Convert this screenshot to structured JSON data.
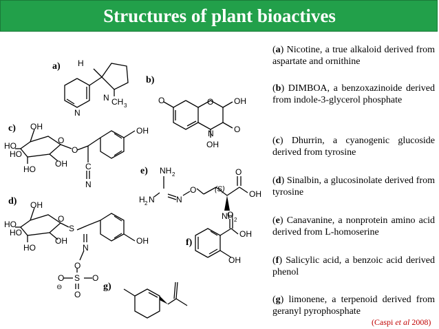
{
  "title": "Structures of plant bioactives",
  "labels": {
    "a": "a)",
    "b": "b)",
    "c": "c)",
    "d": "d)",
    "e": "e)",
    "f": "f)",
    "g": "g)"
  },
  "atoms": {
    "H": "H",
    "N": "N",
    "CH3": "CH",
    "CH3_sub": "3",
    "O": "O",
    "OH": "OH",
    "HO": "HO",
    "C": "C",
    "S": "S",
    "NH2": "NH",
    "NH2_sub": "2",
    "H2N": "H",
    "H2N_sub": "2",
    "H2N_N": "N",
    "S_stereo": "(S)",
    "minus": "⊖"
  },
  "descriptions": [
    {
      "letter": "a",
      "text": "Nicotine, a true alkaloid derived from aspartate and ornithine"
    },
    {
      "letter": "b",
      "text": "DIMBOA, a benzoxazinoide derived from indole-3-glycerol phosphate"
    },
    {
      "letter": "c",
      "text": "Dhurrin, a cyanogenic glucoside derived from tyrosine"
    },
    {
      "letter": "d",
      "text": "Sinalbin, a glucosinolate derived from tyrosine"
    },
    {
      "letter": "e",
      "text": "Canavanine, a nonprotein amino acid derived from L-homoserine"
    },
    {
      "letter": "f",
      "text": "Salicylic acid, a benzoic acid derived phenol"
    },
    {
      "letter": "g",
      "text": "limonene, a terpenoid derived from geranyl pyrophosphate"
    }
  ],
  "citation": {
    "open": "(Caspi ",
    "italic": "et al",
    "close": " 2008)"
  }
}
